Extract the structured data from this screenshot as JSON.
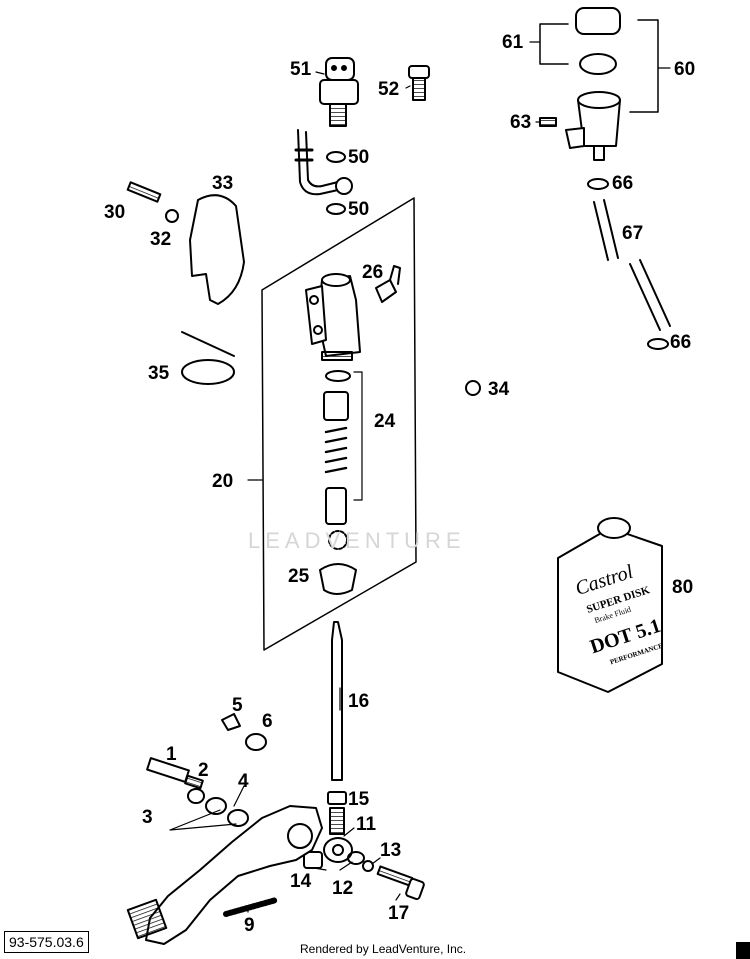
{
  "diagram": {
    "drawing_number": "93-575.03.6",
    "rendered_by": "Rendered by LeadVenture, Inc.",
    "watermark": "LEADVENTURE",
    "callouts": {
      "p1": "1",
      "p2": "2",
      "p3": "3",
      "p4": "4",
      "p5": "5",
      "p6": "6",
      "p9": "9",
      "p11": "11",
      "p12": "12",
      "p13": "13",
      "p14": "14",
      "p15": "15",
      "p16": "16",
      "p17": "17",
      "p20": "20",
      "p24": "24",
      "p25": "25",
      "p26": "26",
      "p30": "30",
      "p32": "32",
      "p33": "33",
      "p34": "34",
      "p35": "35",
      "p50a": "50",
      "p50b": "50",
      "p51": "51",
      "p52": "52",
      "p60": "60",
      "p61": "61",
      "p63": "63",
      "p66a": "66",
      "p66b": "66",
      "p67": "67",
      "p80": "80"
    },
    "can_label": {
      "brand": "Castrol",
      "line1": "SUPER DISK",
      "line2": "Brake Fluid",
      "grade": "DOT 5.1",
      "line3": "PERFORMANCE"
    }
  }
}
